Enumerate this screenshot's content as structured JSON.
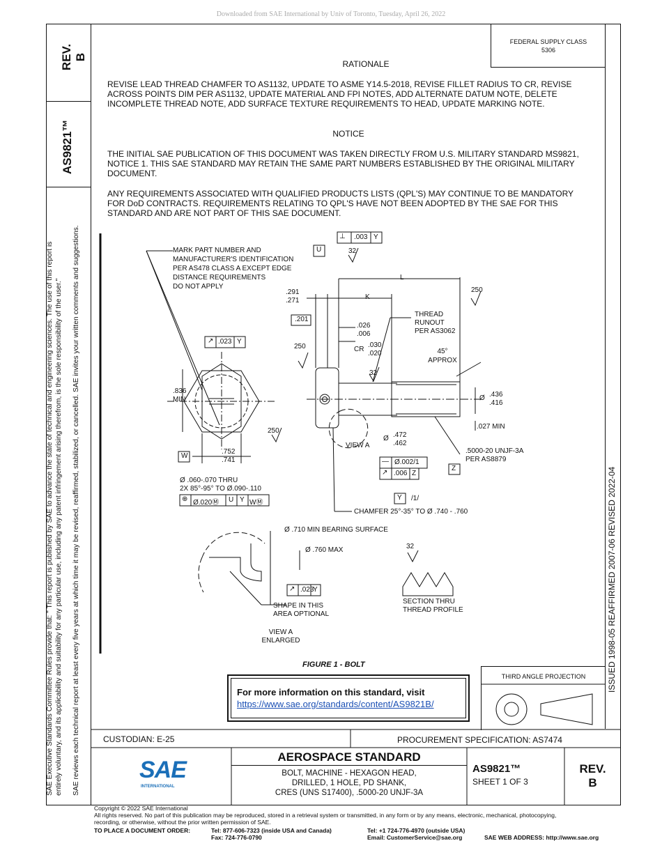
{
  "download_line": "Downloaded from SAE International by Univ of Toronto, Tuesday, April 26, 2022",
  "left_strip": {
    "rev_label": "REV.",
    "rev_value": "B",
    "doc_number": "AS9821™"
  },
  "side_notes": {
    "line1": "SAE Executive Standards Committee Rules provide that: \"  This report is published by SAE to advance the state of technical and engineering sciences. The use of this report is",
    "line2": "entirely voluntary, and its applicability and suitability for any particular use, including any patent infringement arising therefrom, is the sole responsibility of the user.\"",
    "line3": "SAE reviews each technical report at least every five years at which time it may be revised, reaffirmed, stabilized, or cancelled. SAE invites your written comments and suggestions."
  },
  "right_strip": "ISSUED 1998-05     REAFFIRMED 2007-06     REVISED 2022-04",
  "federal_supply": {
    "label": "FEDERAL SUPPLY CLASS",
    "value": "5306"
  },
  "rationale": {
    "heading": "RATIONALE",
    "text": "REVISE LEAD THREAD CHAMFER TO AS1132, UPDATE TO ASME Y14.5-2018, REVISE FILLET RADIUS TO CR, REVISE ACROSS POINTS DIM PER AS1132, UPDATE MATERIAL AND FPI NOTES, ADD ALTERNATE DATUM NOTE, DELETE INCOMPLETE THREAD NOTE, ADD SURFACE TEXTURE REQUIREMENTS TO HEAD, UPDATE MARKING NOTE."
  },
  "notice": {
    "heading": "NOTICE",
    "p1": "THE INITIAL SAE PUBLICATION OF THIS DOCUMENT WAS TAKEN DIRECTLY FROM U.S. MILITARY STANDARD MS9821, NOTICE 1. THIS SAE STANDARD MAY RETAIN THE SAME PART NUMBERS ESTABLISHED BY THE ORIGINAL MILITARY DOCUMENT.",
    "p2": "ANY REQUIREMENTS ASSOCIATED WITH QUALIFIED PRODUCTS LISTS (QPL'S) MAY CONTINUE TO BE MANDATORY FOR DoD CONTRACTS. REQUIREMENTS RELATING TO QPL'S HAVE NOT BEEN ADOPTED BY THE SAE FOR THIS STANDARD AND ARE NOT PART OF THIS SAE DOCUMENT."
  },
  "drawing": {
    "mark_note": [
      "MARK PART NUMBER AND",
      "MANUFACTURER'S IDENTIFICATION",
      "PER AS478 CLASS A EXCEPT EDGE",
      "DISTANCE REQUIREMENTS",
      "DO NOT APPLY"
    ],
    "fcf_top": ".003",
    "datum_u": "U",
    "datum_y": "Y",
    "datum_w": "W",
    "datum_z": "Z",
    "finish_32": "32",
    "finish_250": "250",
    "dim_291": ".291",
    "dim_271": ".271",
    "dim_k": "K",
    "dim_l": "L",
    "dim_201": ".201",
    "dim_026": ".026",
    "dim_006": ".006",
    "cr_label": "CR",
    "dim_030": ".030",
    "dim_020": ".020",
    "thread_runout": [
      "THREAD",
      "RUNOUT",
      "PER AS3062"
    ],
    "approx_45": [
      "45°",
      "APPROX"
    ],
    "fcf_023": ".023",
    "dim_836": ".836",
    "min_label": "MIN",
    "dia_436": ".436",
    "dia_416": ".416",
    "dia_sym": "Ø",
    "dim_027min": ".027 MIN",
    "dim_472": ".472",
    "dim_462": ".462",
    "view_a": "VIEW A",
    "thread_spec": [
      ".5000-20 UNJF-3A",
      "PER AS8879"
    ],
    "fcf_002": "Ø.002/1",
    "fcf_006": ".006",
    "dim_752": ".752",
    "dim_741": ".741",
    "hole_note": [
      "Ø .060-.070 THRU",
      "2X      85°-95° TO Ø.090-.110"
    ],
    "fcf_hole": [
      "Ø.020Ⓜ",
      "U",
      "Y",
      "WⓂ"
    ],
    "y_1": "/1/",
    "chamfer": "CHAMFER 25°-35° TO Ø .740 - .760",
    "bearing": "Ø .710 MIN BEARING SURFACE",
    "dia_760": "Ø .760 MAX",
    "shape_note": [
      "SHAPE IN THIS",
      "AREA OPTIONAL"
    ],
    "view_a_enlarged": [
      "VIEW A",
      "ENLARGED"
    ],
    "section_thru": [
      "SECTION THRU",
      "THREAD PROFILE"
    ]
  },
  "figure_caption": "FIGURE 1 - BOLT",
  "info_box": {
    "text": "For more information on this standard, visit",
    "link": "https://www.sae.org/standards/content/AS9821B/"
  },
  "third_angle": "THIRD ANGLE PROJECTION",
  "title_block": {
    "custodian": "CUSTODIAN: E-25",
    "procurement": "PROCUREMENT SPECIFICATION: AS7474",
    "logo_text": "SAE",
    "logo_sub": "INTERNATIONAL",
    "standard": "AEROSPACE STANDARD",
    "desc": [
      "BOLT, MACHINE - HEXAGON HEAD,",
      "DRILLED, 1 HOLE, PD SHANK,",
      "CRES (UNS S17400), .5000-20 UNJF-3A"
    ],
    "doc": "AS9821™",
    "sheet": "SHEET 1 OF 3",
    "rev": "REV.",
    "rev_value": "B"
  },
  "footer": {
    "copyright": "Copyright © 2022 SAE International",
    "rights": "All rights reserved. No part of this publication may be reproduced, stored in a retrieval system or transmitted, in any form or by any means, electronic, mechanical, photocopying,",
    "rights2": "recording, or otherwise, without the prior written permission of SAE.",
    "order": "TO PLACE A DOCUMENT ORDER:",
    "tel1": "Tel: 877-606-7323 (inside USA and Canada)",
    "fax": "Fax: 724-776-0790",
    "tel2": "Tel: +1 724-776-4970 (outside USA)",
    "email": "Email: CustomerService@sae.org",
    "web": "SAE WEB ADDRESS: http://www.sae.org"
  }
}
